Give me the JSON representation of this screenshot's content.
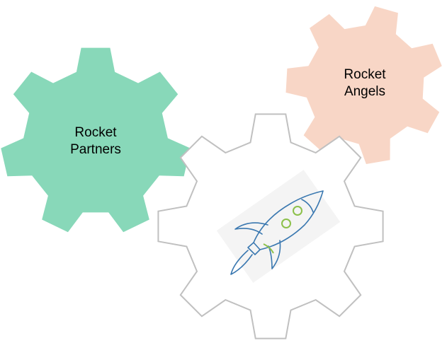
{
  "diagram": {
    "gears": [
      {
        "id": "rocket-partners",
        "lines": [
          "Rocket",
          "Partners"
        ],
        "fill": "#88d8b9",
        "stroke": "none"
      },
      {
        "id": "rocket-angels",
        "lines": [
          "Rocket",
          "Angels"
        ],
        "fill": "#f8d6c6",
        "stroke": "none"
      },
      {
        "id": "center",
        "lines": [],
        "fill": "#ffffff",
        "stroke": "#c0c0c0"
      }
    ],
    "center_icon": "rocket-icon",
    "colors": {
      "rocket_line": "#3a78b0",
      "rocket_accent": "#8cc04a",
      "icon_background": "#f2f2f2"
    }
  }
}
